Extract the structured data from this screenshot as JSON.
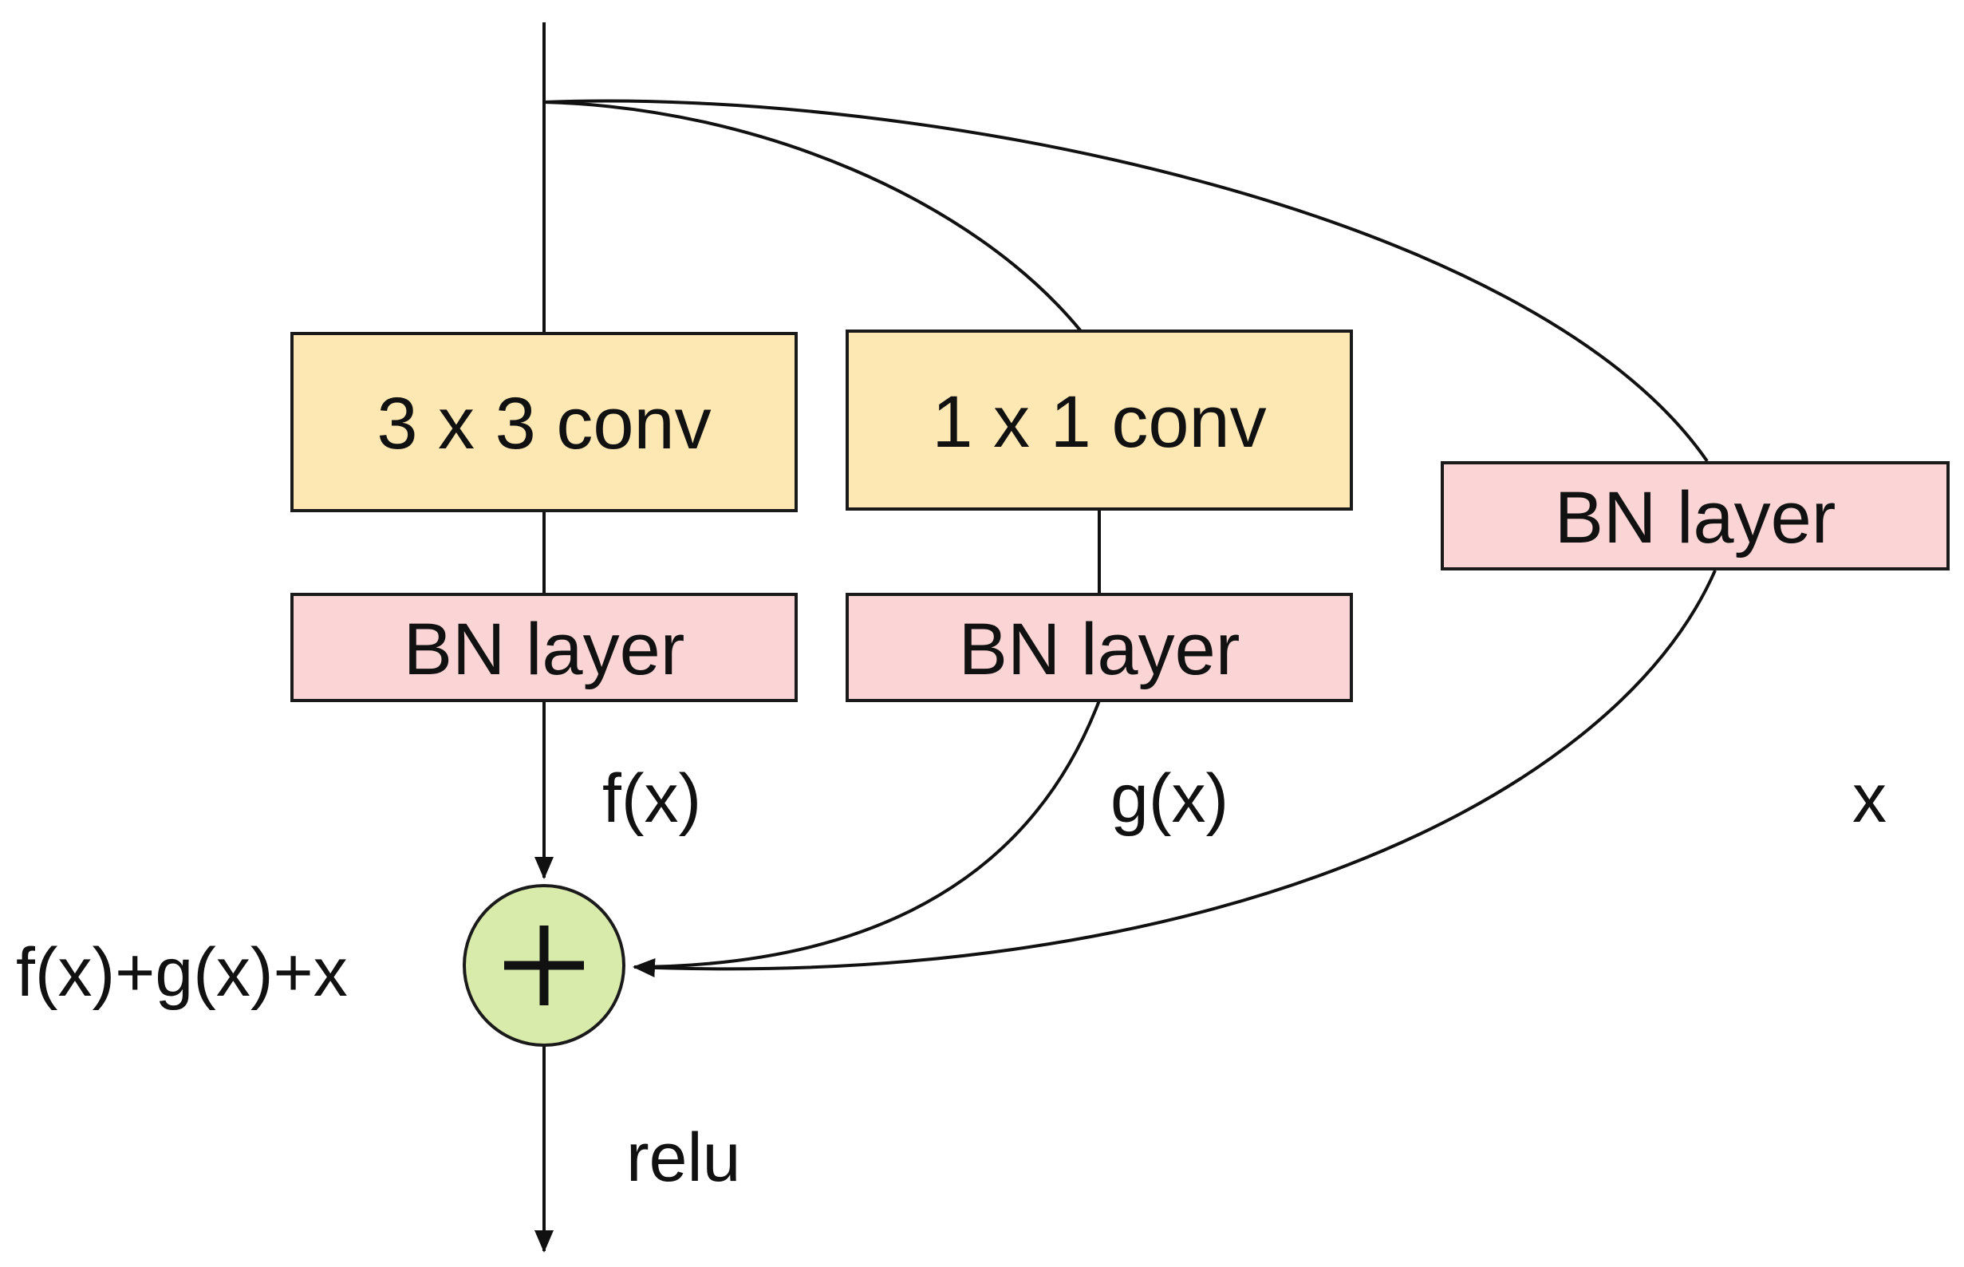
{
  "colors": {
    "conv_fill": "#fde8b3",
    "bn_fill": "#fbd5d6",
    "sum_fill": "#d9ebaa",
    "stroke": "#111111",
    "background": "#ffffff"
  },
  "nodes": {
    "conv3x3": {
      "label": "3 x 3 conv"
    },
    "conv1x1": {
      "label": "1 x 1 conv"
    },
    "bn_left": {
      "label": "BN layer"
    },
    "bn_mid": {
      "label": "BN layer"
    },
    "bn_right": {
      "label": "BN layer"
    },
    "sum": {
      "symbol": "+"
    }
  },
  "labels": {
    "fx": "f(x)",
    "gx": "g(x)",
    "x": "x",
    "sum_expr": "f(x)+g(x)+x",
    "relu": "relu"
  }
}
